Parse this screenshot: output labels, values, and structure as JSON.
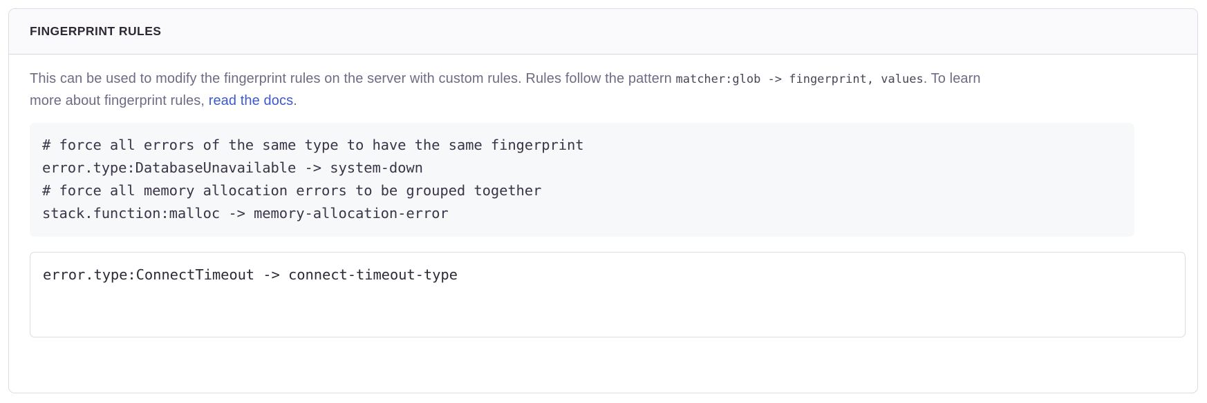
{
  "panel": {
    "title": "FINGERPRINT RULES",
    "description": {
      "part1": "This can be used to modify the fingerprint rules on the server with custom rules. Rules follow the pattern ",
      "code1": "matcher:glob -> fingerprint, values",
      "part2": ". To learn more about fingerprint rules, ",
      "link_label": "read the docs",
      "part3": "."
    },
    "example_code": {
      "lines": [
        "# force all errors of the same type to have the same fingerprint",
        "error.type:DatabaseUnavailable -> system-down",
        "# force all memory allocation errors to be grouped together",
        "stack.function:malloc -> memory-allocation-error"
      ]
    },
    "rules_input": {
      "value": "error.type:ConnectTimeout -> connect-timeout-type",
      "placeholder": ""
    }
  },
  "colors": {
    "panel_border": "#dcdce4",
    "header_bg": "#fafafc",
    "title_text": "#2f2936",
    "body_text": "#6d6b85",
    "link": "#3c58d4",
    "code_bg": "#f7f8fa",
    "code_text": "#3a3448"
  }
}
